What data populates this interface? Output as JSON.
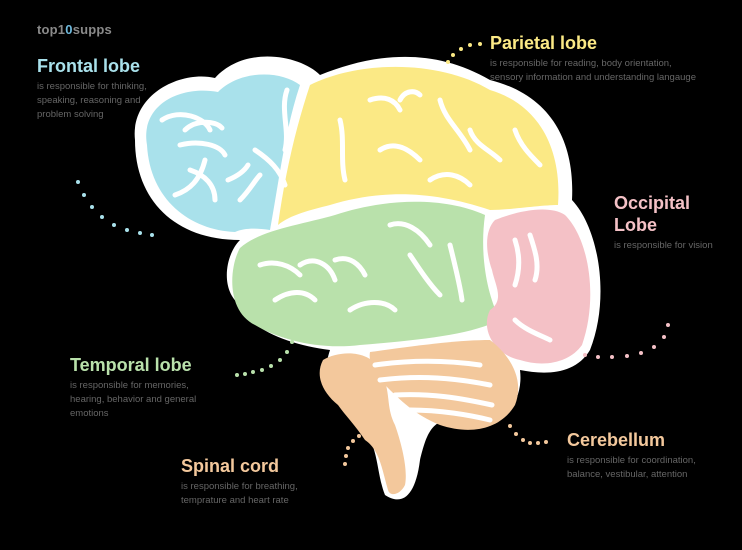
{
  "logo": {
    "pre": "top1",
    "mid": "0",
    "post": "supps"
  },
  "colors": {
    "background": "#000000",
    "frontal": "#a9e1eb",
    "parietal": "#fbe985",
    "occipital": "#f4c1c6",
    "temporal": "#b9e1ab",
    "cerebellum": "#f3c89c",
    "spinal": "#f3c89c",
    "outline": "#ffffff",
    "desc_text": "#666666"
  },
  "lobes": {
    "frontal": {
      "title": "Frontal lobe",
      "desc": [
        "is responsible for thinking,",
        "speaking, reasoning and",
        "problem solving"
      ]
    },
    "parietal": {
      "title": "Parietal lobe",
      "desc": [
        "is responsible for reading, body orientation,",
        "sensory information and understanding langauge"
      ]
    },
    "occipital": {
      "title": [
        "Occipital",
        "Lobe"
      ],
      "desc": [
        "is responsible for vision"
      ]
    },
    "temporal": {
      "title": "Temporal lobe",
      "desc": [
        "is responsible for memories,",
        "hearing, behavior and general",
        "emotions"
      ]
    },
    "spinal": {
      "title": "Spinal cord",
      "desc": [
        "is responsible for breathing,",
        "temprature and heart rate"
      ]
    },
    "cerebellum": {
      "title": "Cerebellum",
      "desc": [
        "is responsible for coordination,",
        "balance, vestibular, attention"
      ]
    }
  }
}
